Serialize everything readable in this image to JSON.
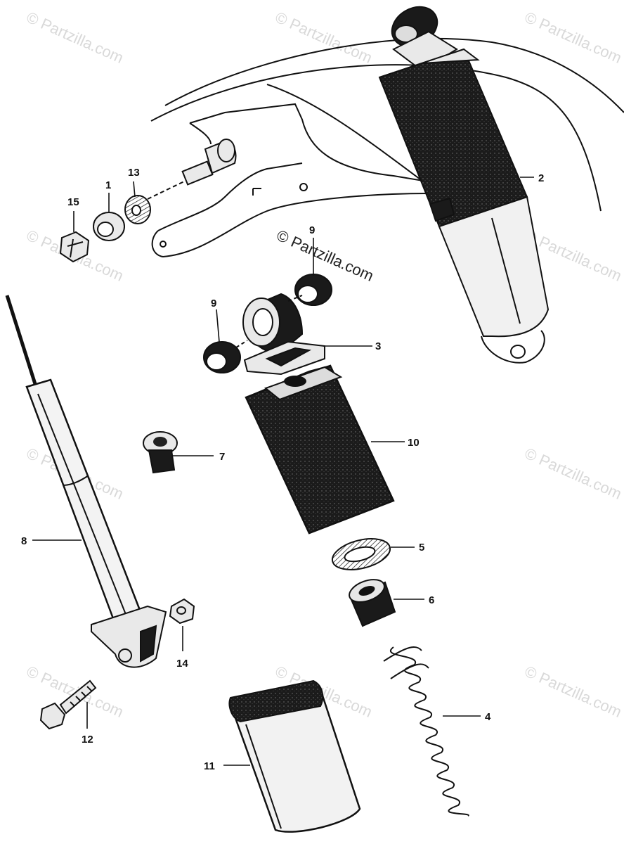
{
  "diagram": {
    "watermark": "© Partzilla.com",
    "callouts": [
      {
        "id": "c1",
        "label": "1"
      },
      {
        "id": "c2",
        "label": "2"
      },
      {
        "id": "c3",
        "label": "3"
      },
      {
        "id": "c4",
        "label": "4"
      },
      {
        "id": "c5",
        "label": "5"
      },
      {
        "id": "c6",
        "label": "6"
      },
      {
        "id": "c7",
        "label": "7"
      },
      {
        "id": "c8",
        "label": "8"
      },
      {
        "id": "c9a",
        "label": "9"
      },
      {
        "id": "c9b",
        "label": "9"
      },
      {
        "id": "c10",
        "label": "10"
      },
      {
        "id": "c11",
        "label": "11"
      },
      {
        "id": "c12",
        "label": "12"
      },
      {
        "id": "c13",
        "label": "13"
      },
      {
        "id": "c14",
        "label": "14"
      },
      {
        "id": "c15",
        "label": "15"
      }
    ]
  }
}
